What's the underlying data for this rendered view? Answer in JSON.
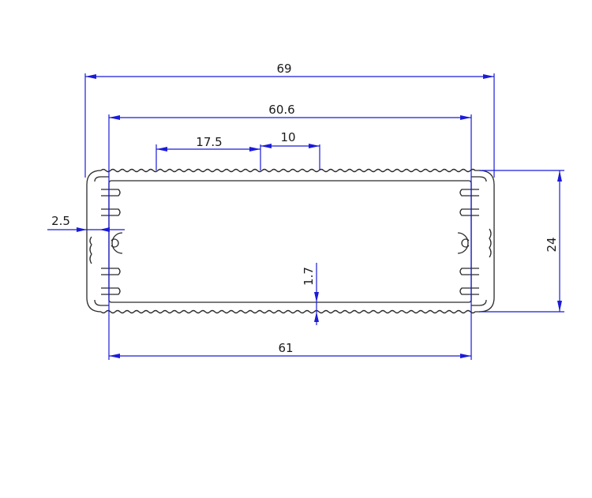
{
  "dimensions": {
    "overall_width": "69",
    "inner_width_top": "60.6",
    "groove_offset": "17.5",
    "groove_width": "10",
    "wall_thickness_side": "2.5",
    "wall_thickness_bottom": "1.7",
    "height": "24",
    "inner_width_bottom": "61"
  },
  "colors": {
    "dimension": "#1b1bd8",
    "outline": "#2a2a2a",
    "text": "#1a1a1a",
    "background": "#ffffff"
  }
}
